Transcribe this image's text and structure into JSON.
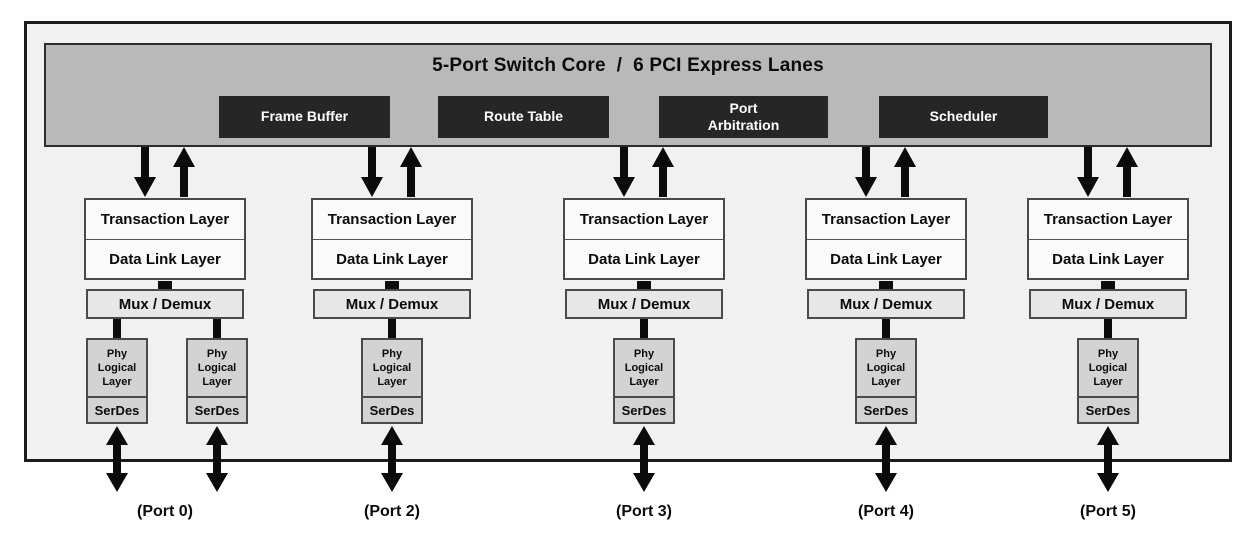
{
  "core": {
    "title": "5-Port Switch Core  /  6 PCI Express Lanes",
    "blocks": [
      {
        "label": "Frame Buffer"
      },
      {
        "label": "Route Table"
      },
      {
        "label": "Port\nArbitration"
      },
      {
        "label": "Scheduler"
      }
    ]
  },
  "layers": {
    "transaction_label": "Transaction Layer",
    "data_link_label": "Data Link Layer",
    "mux_label": "Mux / Demux",
    "phy_label": "Phy Logical Layer",
    "serdes_label": "SerDes"
  },
  "ports": [
    {
      "label": "(Port 0)",
      "lanes": 2
    },
    {
      "label": "(Port 2)",
      "lanes": 1
    },
    {
      "label": "(Port 3)",
      "lanes": 1
    },
    {
      "label": "(Port 4)",
      "lanes": 1
    },
    {
      "label": "(Port 5)",
      "lanes": 1
    }
  ],
  "colors": {
    "chip_background": "#f1f1f1",
    "core_bar": "#b9b9b9",
    "core_block": "#262626",
    "core_block_text": "#ffffff",
    "arrow": "#0b0b0b"
  }
}
